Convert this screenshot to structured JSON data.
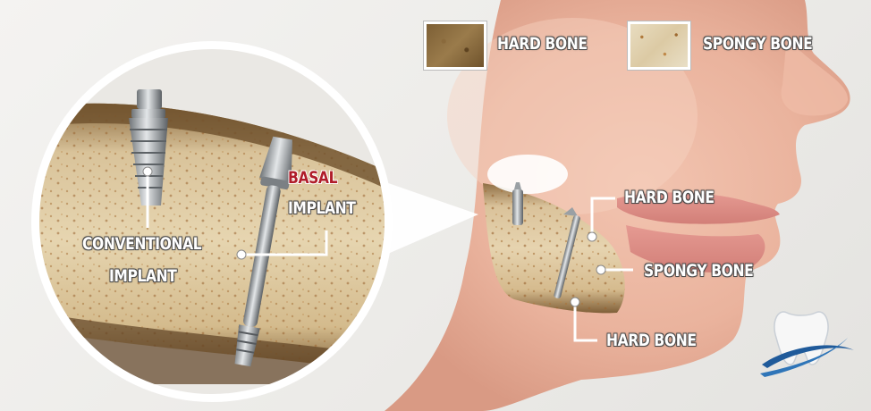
{
  "legend": {
    "hard_bone": "HARD BONE",
    "spongy_bone": "SPONGY BONE"
  },
  "inset": {
    "basal_word": "BASAL",
    "implant_word": "IMPLANT",
    "conventional_line1": "CONVENTIONAL",
    "conventional_line2": "IMPLANT"
  },
  "jaw_labels": {
    "hard_bone_top": "HARD BONE",
    "spongy_bone": "SPONGY BONE",
    "hard_bone_bottom": "HARD BONE"
  },
  "colors": {
    "accent_red": "#b01d2a",
    "logo_blue": "#1f5a9a"
  },
  "icons": {
    "logo": "tooth-logo-icon"
  }
}
